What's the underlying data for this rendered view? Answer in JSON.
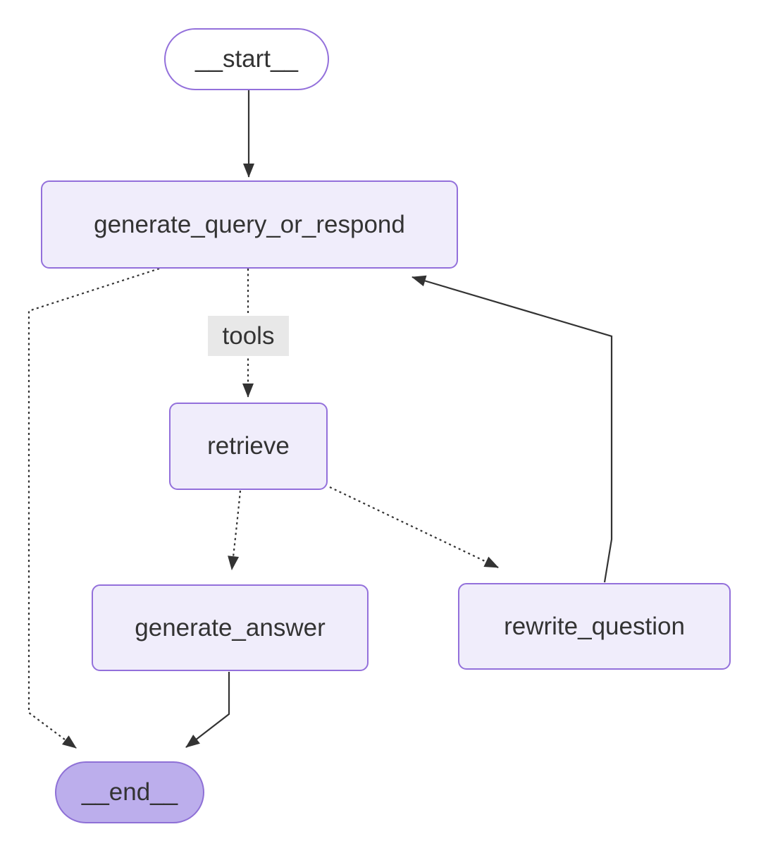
{
  "diagram": {
    "type": "flowchart",
    "direction": "top-down",
    "nodes": [
      {
        "id": "start",
        "label": "__start__",
        "shape": "stadium",
        "fill": "#FFFFFF"
      },
      {
        "id": "generate_query_or_respond",
        "label": "generate_query_or_respond",
        "shape": "rect",
        "fill": "#F0EDFB"
      },
      {
        "id": "retrieve",
        "label": "retrieve",
        "shape": "rect",
        "fill": "#F0EDFB"
      },
      {
        "id": "generate_answer",
        "label": "generate_answer",
        "shape": "rect",
        "fill": "#F0EDFB"
      },
      {
        "id": "rewrite_question",
        "label": "rewrite_question",
        "shape": "rect",
        "fill": "#F0EDFB"
      },
      {
        "id": "end",
        "label": "__end__",
        "shape": "stadium",
        "fill": "#BCAEEC"
      }
    ],
    "edges": [
      {
        "from": "start",
        "to": "generate_query_or_respond",
        "style": "solid",
        "label": ""
      },
      {
        "from": "generate_query_or_respond",
        "to": "retrieve",
        "style": "dotted",
        "label": "tools"
      },
      {
        "from": "generate_query_or_respond",
        "to": "end",
        "style": "dotted",
        "label": ""
      },
      {
        "from": "retrieve",
        "to": "generate_answer",
        "style": "dotted",
        "label": ""
      },
      {
        "from": "retrieve",
        "to": "rewrite_question",
        "style": "dotted",
        "label": ""
      },
      {
        "from": "rewrite_question",
        "to": "generate_query_or_respond",
        "style": "solid",
        "label": ""
      },
      {
        "from": "generate_answer",
        "to": "end",
        "style": "solid",
        "label": ""
      }
    ],
    "colors": {
      "background": "#FFFFFF",
      "node_fill": "#F0EDFB",
      "node_border": "#9370DB",
      "start_fill": "#FFFFFF",
      "end_fill": "#BCAEEC",
      "end_border": "#8E70D6",
      "edge": "#333333",
      "text": "#333333",
      "edge_label_bg": "#E8E8E8"
    }
  }
}
